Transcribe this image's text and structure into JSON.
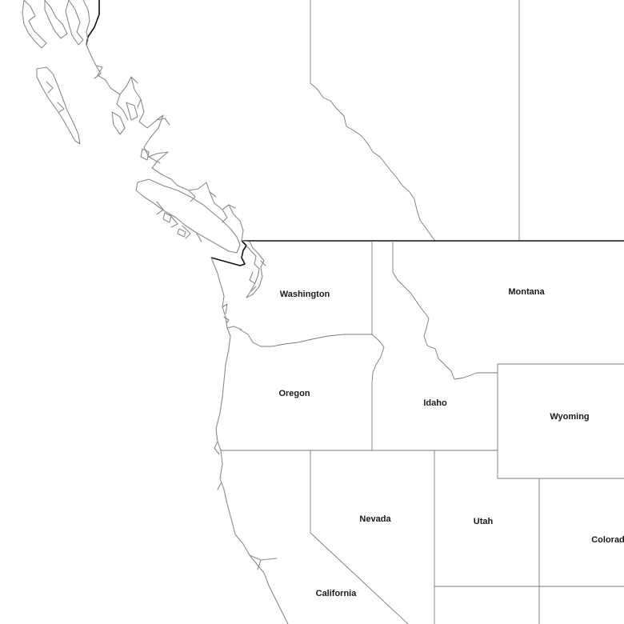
{
  "map": {
    "states": [
      {
        "id": "washington",
        "label": "Washington"
      },
      {
        "id": "montana",
        "label": "Montana"
      },
      {
        "id": "oregon",
        "label": "Oregon"
      },
      {
        "id": "idaho",
        "label": "Idaho"
      },
      {
        "id": "wyoming",
        "label": "Wyoming"
      },
      {
        "id": "nevada",
        "label": "Nevada"
      },
      {
        "id": "utah",
        "label": "Utah"
      },
      {
        "id": "colorado",
        "label": "Colorad"
      },
      {
        "id": "california",
        "label": "California"
      }
    ],
    "colors": {
      "background": "#ffffff",
      "state_border": "#7a7a7a",
      "coastline": "#8a8a8a",
      "international_border": "#111111",
      "label": "#1a1a1a"
    }
  }
}
